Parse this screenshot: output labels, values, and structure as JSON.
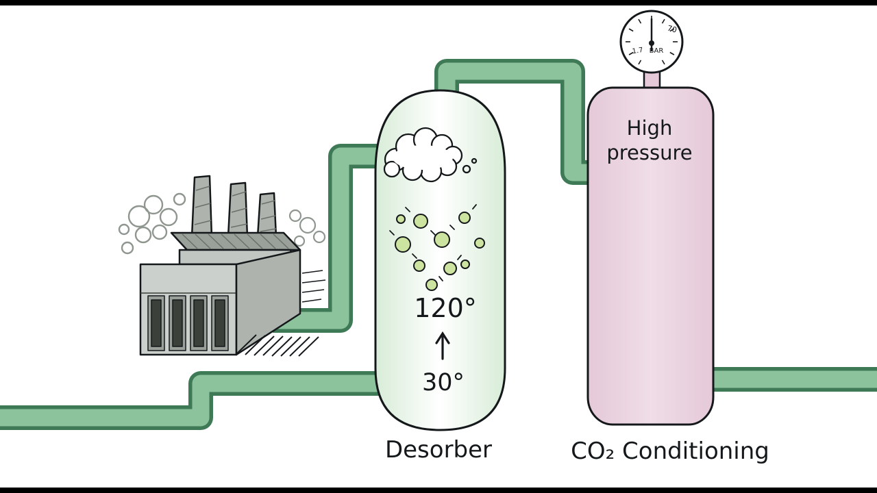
{
  "diagram": {
    "desorber": {
      "label": "Desorber",
      "temp_top": "120°",
      "temp_bottom": "30°"
    },
    "conditioning": {
      "label": "CO₂ Conditioning",
      "line1": "High",
      "line2": "pressure"
    },
    "gauge": {
      "unit": "BAR",
      "reading_low": "1.7",
      "reading_high": "70"
    }
  },
  "icons": {
    "factory": "factory-icon",
    "smoke": "smoke-cloud-icon",
    "steam": "steam-cloud-icon",
    "bubbles": "bubble-icon",
    "gauge": "pressure-gauge-icon",
    "arrow": "up-arrow-icon"
  },
  "colors": {
    "pipe": "#8cc39c",
    "pipe_outline": "#3f7a57",
    "desorber_edge": "#d8ecd8",
    "desorber_center": "#ffffff",
    "bubble": "#cde3a0",
    "vessel": "#e5c9d8",
    "vessel_light": "#efdde7",
    "factory_front": "#ccd0cc",
    "factory_mid": "#c2c6c2",
    "factory_side": "#aeb3ae",
    "factory_roof": "#9aa09a"
  }
}
